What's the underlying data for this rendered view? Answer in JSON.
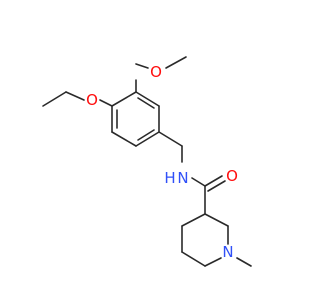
{
  "molecule": {
    "atoms": {
      "o_ethoxy_meta": {
        "symbol": "O",
        "color": "#ff0d0d"
      },
      "o_ethoxy_para": {
        "symbol": "O",
        "color": "#ff0d0d"
      },
      "o_carbonyl": {
        "symbol": "O",
        "color": "#ff0d0d"
      },
      "n_amide": {
        "symbol": "N",
        "color": "#3050f8"
      },
      "h_amide": {
        "symbol": "H",
        "color": "#3050f8"
      },
      "n_piperidine": {
        "symbol": "N",
        "color": "#3050f8"
      }
    },
    "bond_color": "#2a2a2a"
  }
}
